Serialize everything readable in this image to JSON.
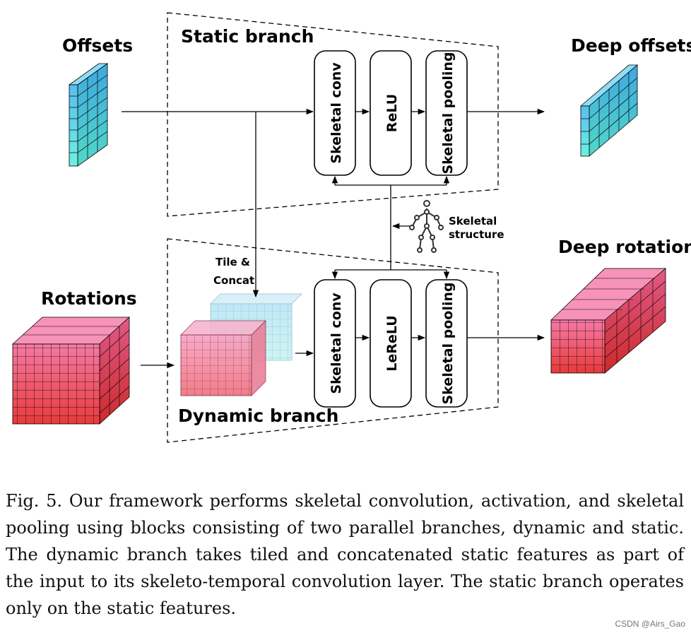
{
  "figure": {
    "labels": {
      "offsets": "Offsets",
      "rotations": "Rotations",
      "deep_offsets": "Deep offsets",
      "deep_rotations": "Deep rotations",
      "static_branch": "Static branch",
      "dynamic_branch": "Dynamic branch",
      "tile_line1": "Tile &",
      "tile_line2": "Concat",
      "skeletal_line1": "Skeletal",
      "skeletal_line2": "structure"
    },
    "static_blocks": [
      "Skeletal conv",
      "ReLU",
      "Skeletal pooling"
    ],
    "dynamic_blocks": [
      "Skeletal conv",
      "LeReLU",
      "Skeletal pooling"
    ],
    "colors": {
      "offset_top": "#59bdf0",
      "offset_bottom": "#6ef0e0",
      "rotation_top": "#f57aa5",
      "rotation_bottom": "#e83a3a",
      "line": "#000000"
    }
  },
  "caption": {
    "text": "Fig. 5.  Our framework performs skeletal convolution, activation, and skeletal pooling using blocks consisting of two parallel branches, dynamic and static. The dynamic branch takes tiled and concatenated static features as part of the input to its skeleto-temporal convolution layer. The static branch operates only on the static features."
  },
  "watermark": "CSDN @Airs_Gao"
}
